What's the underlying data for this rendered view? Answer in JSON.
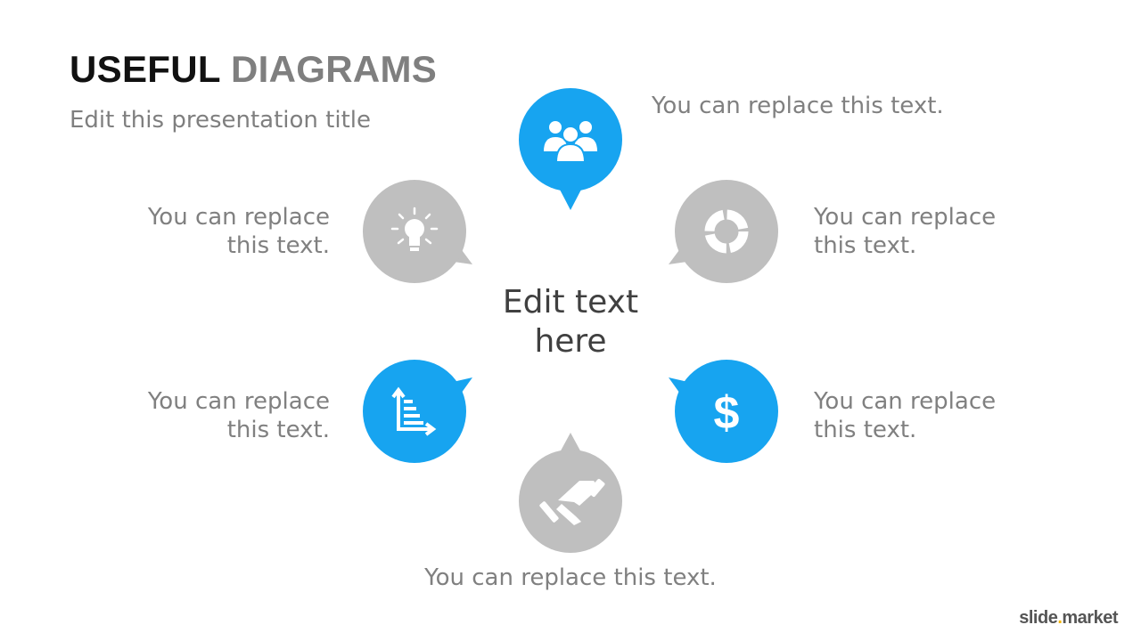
{
  "header": {
    "title_part1": "USEFUL",
    "title_part2": "DIAGRAMS",
    "subtitle": "Edit this presentation title"
  },
  "center": {
    "text_line1": "Edit text",
    "text_line2": "here"
  },
  "nodes": [
    {
      "id": "top",
      "icon": "people-icon",
      "color": "#17a4f0",
      "line1": "You can replace this text.",
      "line2": ""
    },
    {
      "id": "top-right",
      "icon": "cycle-icon",
      "color": "#bfbfbf",
      "line1": "You can replace",
      "line2": "this text."
    },
    {
      "id": "bottom-right",
      "icon": "dollar-icon",
      "color": "#17a4f0",
      "line1": "You can replace",
      "line2": "this text."
    },
    {
      "id": "bottom",
      "icon": "handshake-icon",
      "color": "#bfbfbf",
      "line1": "You can replace this text.",
      "line2": ""
    },
    {
      "id": "bottom-left",
      "icon": "bar-chart-icon",
      "color": "#17a4f0",
      "line1": "You can replace",
      "line2": "this text."
    },
    {
      "id": "top-left",
      "icon": "lightbulb-icon",
      "color": "#bfbfbf",
      "line1": "You can replace",
      "line2": "this text."
    }
  ],
  "logo": {
    "part1": "slide",
    "dot": ".",
    "part2": "market"
  },
  "colors": {
    "blue": "#17a4f0",
    "gray": "#bfbfbf",
    "text": "#808080"
  }
}
